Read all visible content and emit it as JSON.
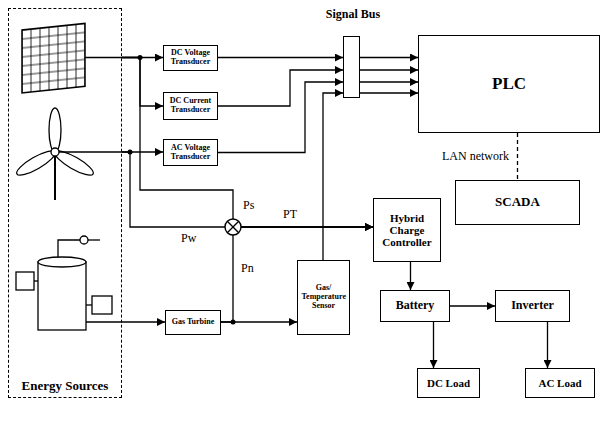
{
  "diagram": {
    "nodes": [
      {
        "text": [
          "Energy Sources"
        ]
      },
      {
        "text": [
          "DC Voltage Transducer"
        ]
      },
      {
        "text": [
          "DC Current Transducer"
        ]
      },
      {
        "text": [
          "AC Voltage Transducer"
        ]
      },
      {
        "text": [
          "Signal Bus"
        ]
      },
      {
        "text": [
          "PLC"
        ]
      },
      {
        "text": [
          "SCADA"
        ]
      },
      {
        "text": [
          "Gas Turbine"
        ]
      },
      {
        "text": [
          "Gas/ Temperature Sensor"
        ]
      },
      {
        "text": [
          "Hybrid Charge Controller"
        ]
      },
      {
        "text": [
          "Battery"
        ]
      },
      {
        "text": [
          "Inverter"
        ]
      },
      {
        "text": [
          "DC Load"
        ]
      },
      {
        "text": [
          "AC Load"
        ]
      }
    ],
    "edges": [
      {
        "from": 0,
        "to": 1,
        "arrow": "to"
      },
      {
        "from": 0,
        "to": 2,
        "arrow": "to"
      },
      {
        "from": 0,
        "to": 3,
        "arrow": "to"
      },
      {
        "from": 0,
        "to": 7,
        "arrow": "to"
      },
      {
        "from": 7,
        "to": 8,
        "arrow": "to"
      },
      {
        "from": 0,
        "to": 9,
        "arrow": "to"
      },
      {
        "from": 0,
        "to": 9,
        "arrow": "to"
      },
      {
        "from": 7,
        "to": 9,
        "arrow": "to"
      },
      {
        "from": 1,
        "to": 4,
        "arrow": "to"
      },
      {
        "from": 2,
        "to": 4,
        "arrow": "to"
      },
      {
        "from": 3,
        "to": 4,
        "arrow": "to"
      },
      {
        "from": 8,
        "to": 4,
        "arrow": "to"
      },
      {
        "from": 4,
        "to": 5,
        "arrow": "to"
      },
      {
        "from": 5,
        "to": 6,
        "arrow": "none"
      },
      {
        "from": 9,
        "to": 10,
        "arrow": "to"
      },
      {
        "from": 10,
        "to": 11,
        "arrow": "to"
      },
      {
        "from": 10,
        "to": 12,
        "arrow": "to"
      },
      {
        "from": 11,
        "to": 13,
        "arrow": "to"
      }
    ],
    "labels": [
      "Ps",
      "Pw",
      "Pn",
      "PT",
      "LAN network"
    ]
  }
}
